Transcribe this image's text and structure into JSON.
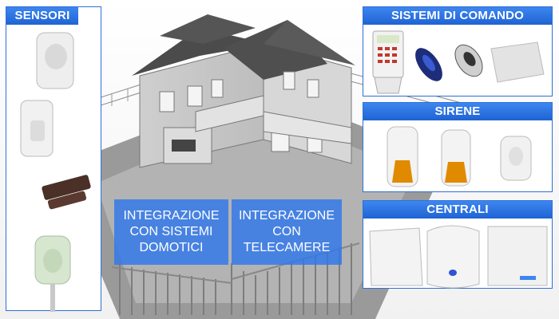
{
  "panels": {
    "sensori": "SENSORI",
    "sistemi_di_comando": "SISTEMI DI COMANDO",
    "sirene": "SIRENE",
    "centrali": "CENTRALI"
  },
  "integrations": {
    "domotici": [
      "INTEGRAZIONE",
      "CON SISTEMI",
      "DOMOTICI"
    ],
    "telecamere": [
      "INTEGRAZIONE",
      "CON",
      "TELECAMERE"
    ]
  },
  "colors": {
    "accent": "#2f6fd6",
    "header_top": "#3d86f0",
    "header_bottom": "#1f63d4",
    "integration_box": "#3078eb"
  },
  "icons": [
    "house-illustration",
    "motion-sensor-icon",
    "door-contact-icon",
    "keypad-icon",
    "remote-control-icon",
    "siren-icon",
    "control-panel-icon"
  ]
}
